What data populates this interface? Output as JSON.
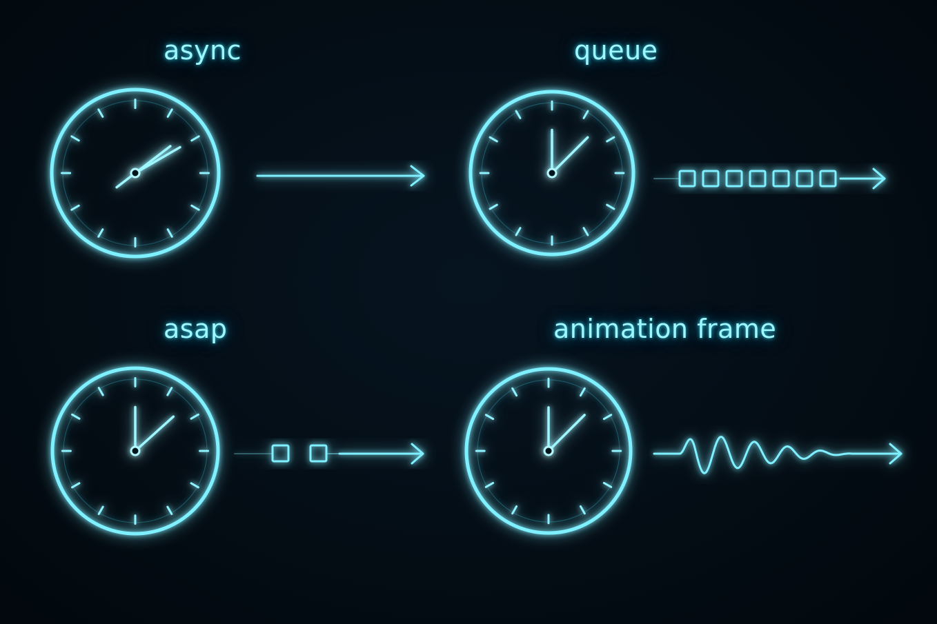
{
  "colors": {
    "background": "#030b12",
    "neon": "#46e6ff",
    "neon_core": "#b4f8ff"
  },
  "schedulers": [
    {
      "key": "async",
      "label": "async",
      "icon": "clock-icon",
      "trail": "straight-arrow-icon"
    },
    {
      "key": "queue",
      "label": "queue",
      "icon": "clock-icon",
      "trail": "queue-boxes-arrow-icon",
      "box_count": 7
    },
    {
      "key": "asap",
      "label": "asap",
      "icon": "clock-icon",
      "trail": "two-boxes-arrow-icon",
      "box_count": 2
    },
    {
      "key": "animation_frame",
      "label": "animation frame",
      "icon": "clock-icon",
      "trail": "wave-arrow-icon"
    }
  ]
}
